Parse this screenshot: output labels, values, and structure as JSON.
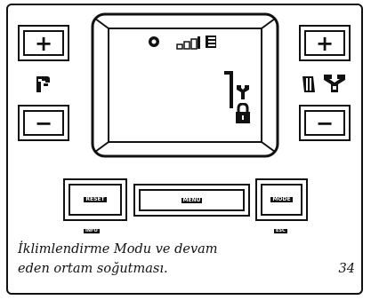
{
  "panel": {
    "left_plus": "+",
    "left_minus": "−",
    "right_plus": "+",
    "right_minus": "−",
    "bottom_left_label": "RESET",
    "bottom_middle_label": "MENU",
    "bottom_right_label": "MODE",
    "bottom_left_sublabel": "INFO",
    "bottom_right_sublabel": "ESC"
  },
  "icons": {
    "left_side": "hot-water-tap-icon",
    "right_side_1": "radiator-icon",
    "right_side_2": "cooling-fan-icon",
    "display_top": [
      "sun-icon",
      "signal-bars-icon",
      "heater-grid-icon"
    ],
    "display_right": [
      "flow-pipe-icon",
      "fan-icon",
      "padlock-icon"
    ]
  },
  "caption": {
    "line1": "İklimlendirme Modu ve devam",
    "line2": "eden ortam soğutması.",
    "page": "34"
  },
  "colors": {
    "ink": "#111111",
    "background": "#ffffff"
  }
}
